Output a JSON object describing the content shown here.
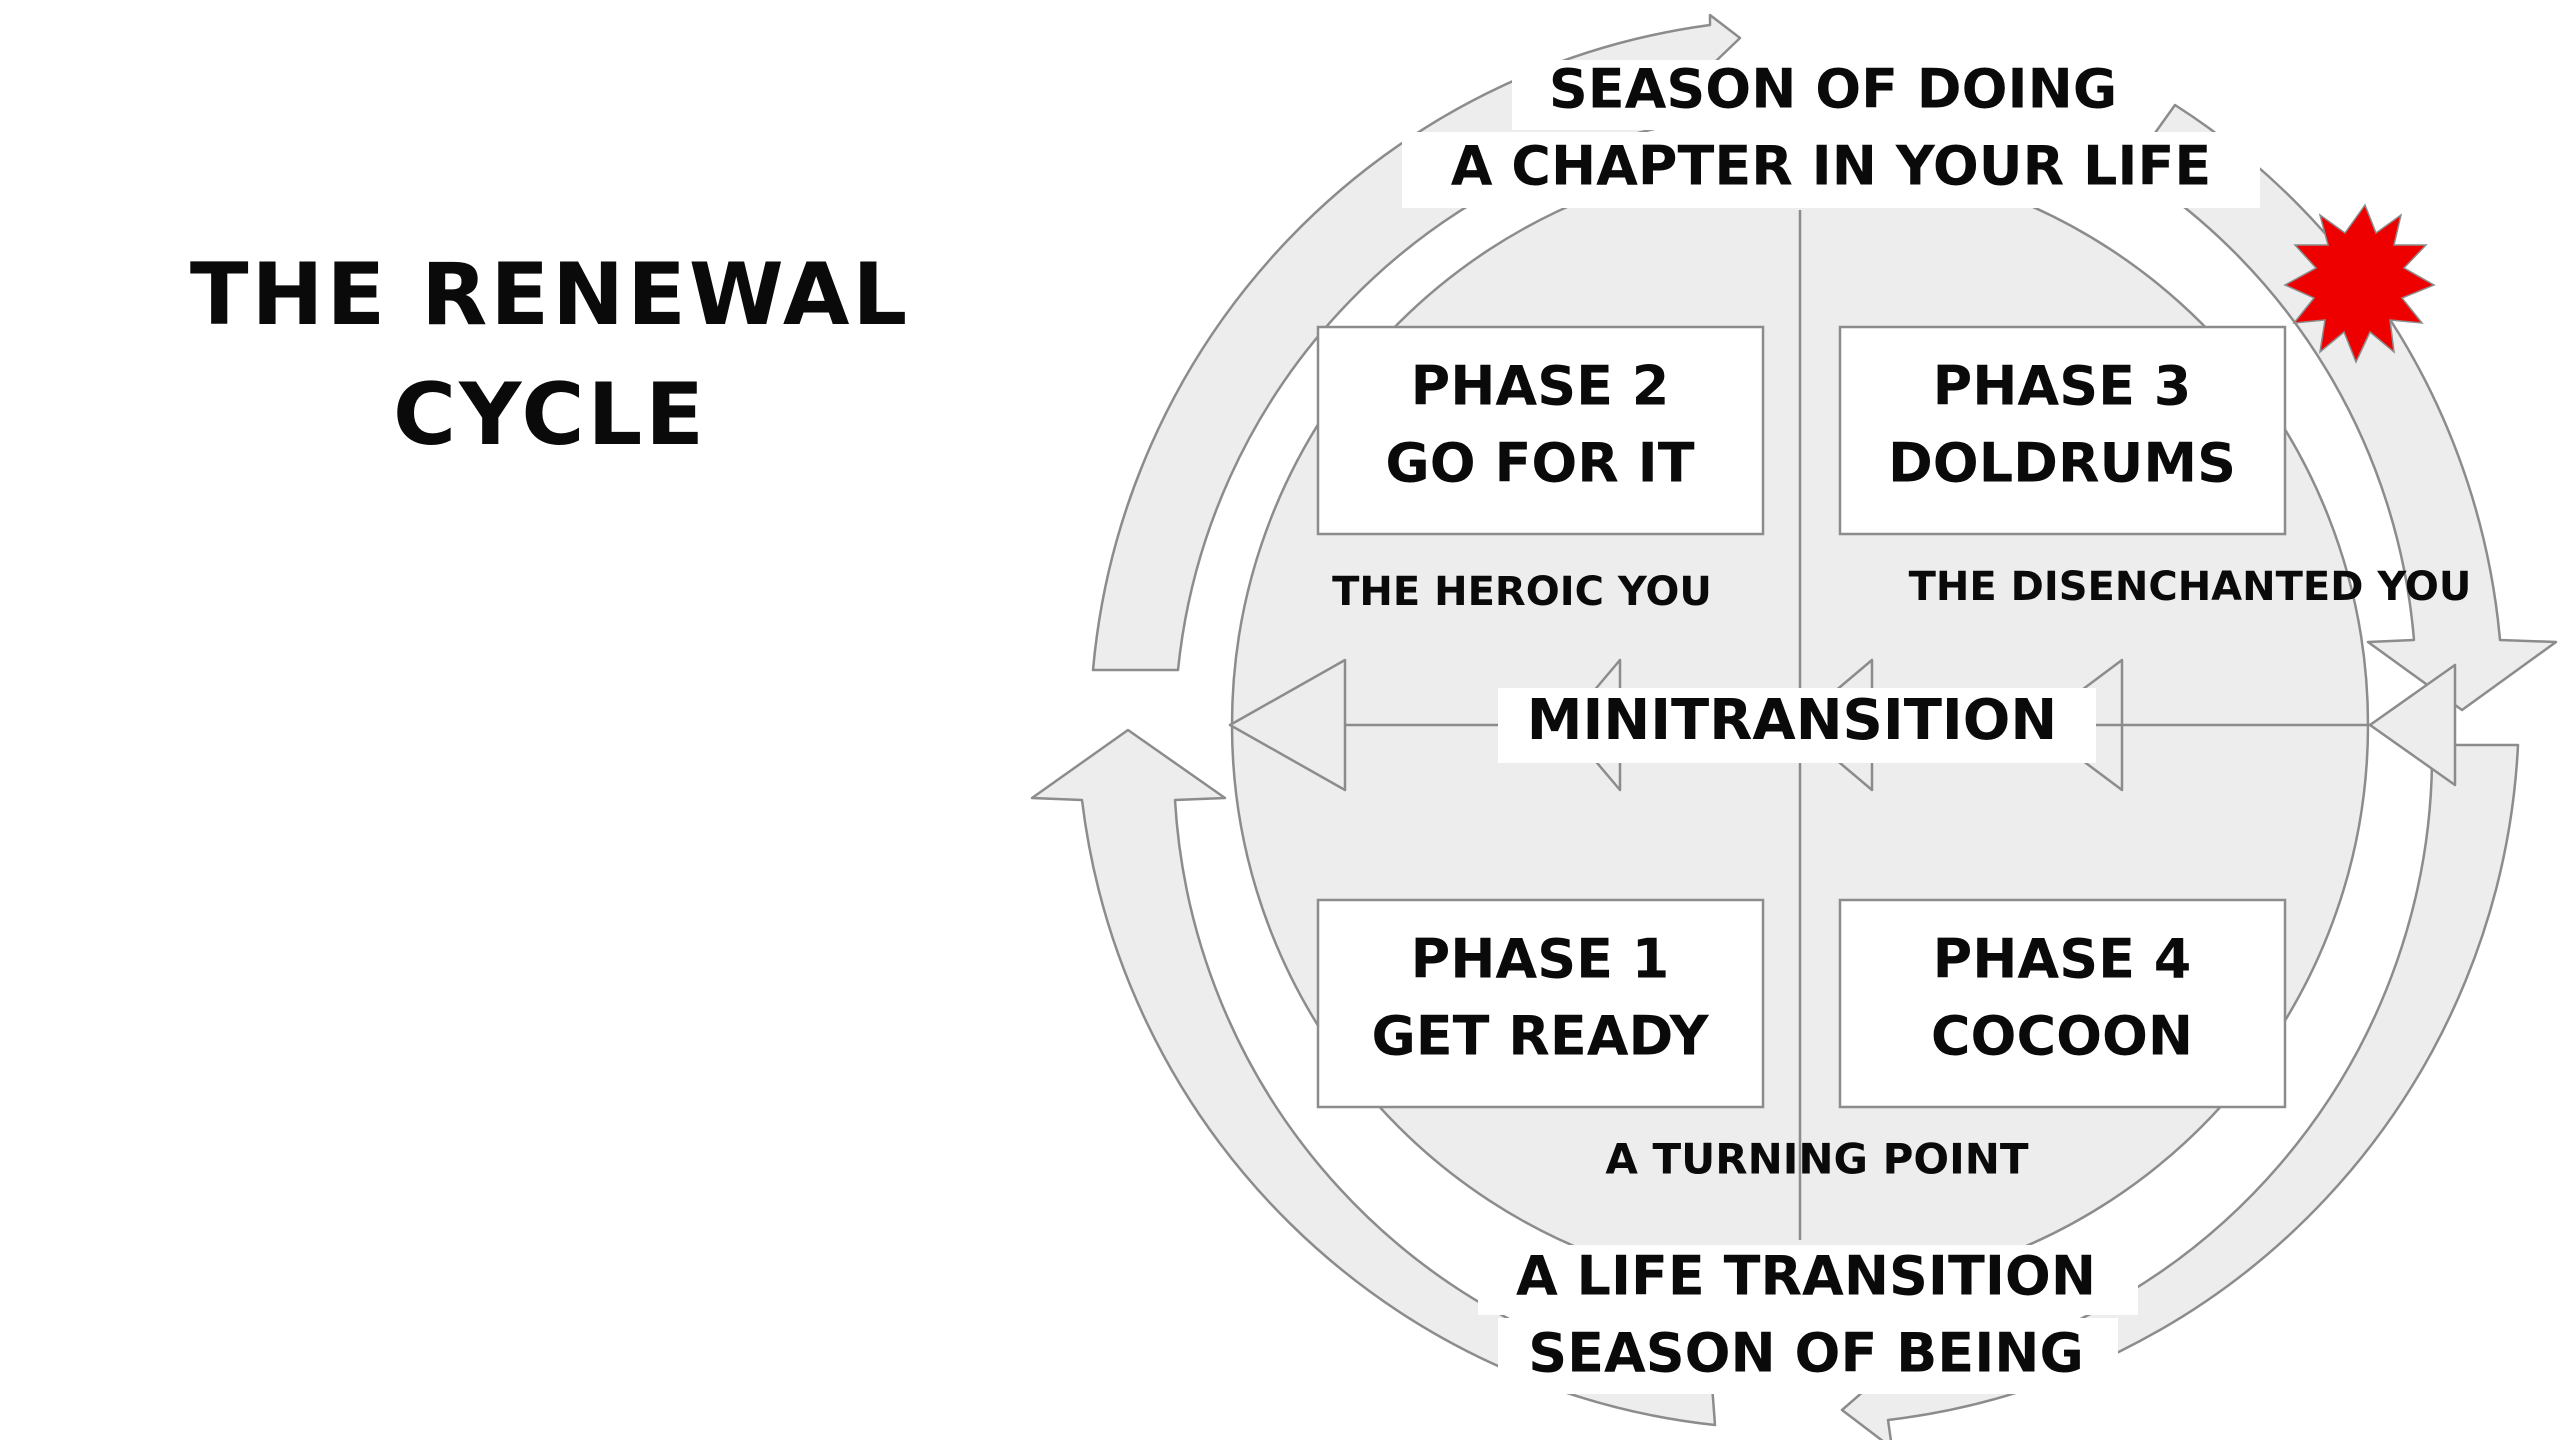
{
  "title": {
    "line1": "THE RENEWAL",
    "line2": "CYCLE"
  },
  "top": {
    "line1": "SEASON OF DOING",
    "line2": "A CHAPTER IN YOUR LIFE"
  },
  "bottom": {
    "line1": "A LIFE TRANSITION",
    "line2": "SEASON OF BEING"
  },
  "phases": {
    "p2": {
      "line1": "PHASE 2",
      "line2": "GO FOR IT"
    },
    "p3": {
      "line1": "PHASE 3",
      "line2": "DOLDRUMS"
    },
    "p1": {
      "line1": "PHASE 1",
      "line2": "GET READY"
    },
    "p4": {
      "line1": "PHASE 4",
      "line2": "COCOON"
    }
  },
  "labels": {
    "heroic": "THE HEROIC YOU",
    "disenchanted": "THE DISENCHANTED YOU",
    "minitransition": "MINITRANSITION",
    "turning_point": "A TURNING POINT"
  },
  "colors": {
    "fill": "#ededed",
    "stroke": "#8c8c8c",
    "burst": "#ee0000",
    "text": "#0a0a0a"
  }
}
